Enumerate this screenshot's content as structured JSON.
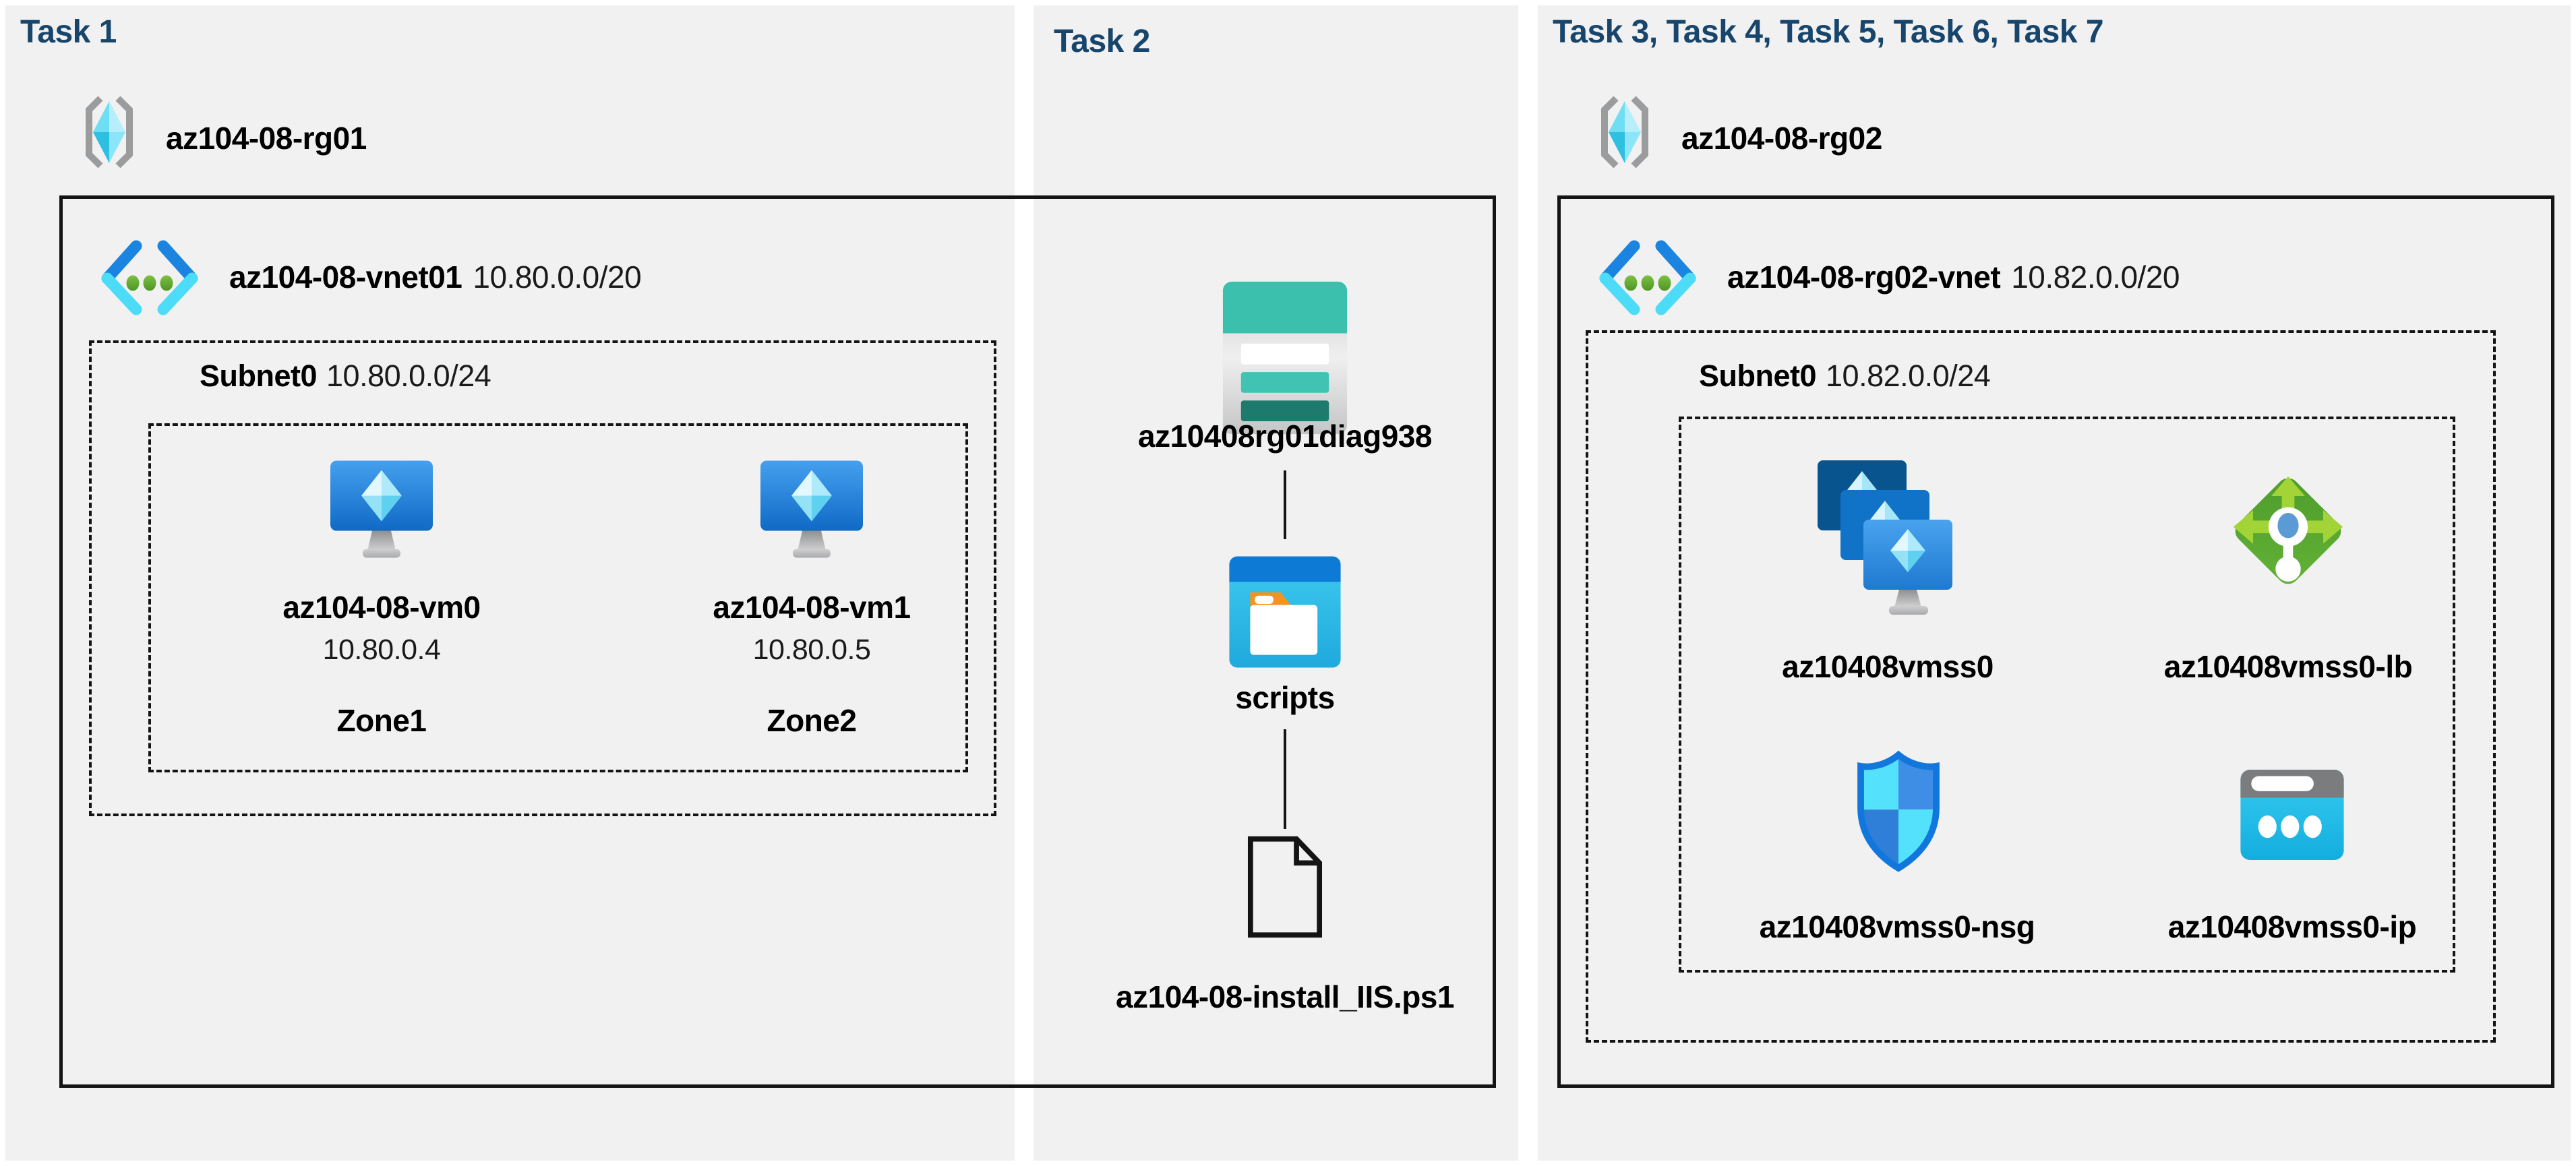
{
  "colors": {
    "header_navy": "#17456B",
    "panel_gray": "#F1F1F1",
    "line_black": "#141414",
    "vnet_blue": "#1B84E0",
    "vnet_cyan": "#4DDCF8",
    "vm_blue": "#1A74CE",
    "storage_teal": "#3CC0AE",
    "lb_green": "#57A32E",
    "nsg_blue": "#1177DD",
    "ip_cyan": "#2CC3EE"
  },
  "task1": {
    "header": "Task 1",
    "resource_group": "az104-08-rg01",
    "vnet": {
      "name": "az104-08-vnet01",
      "cidr": "10.80.0.0/20"
    },
    "subnet": {
      "name": "Subnet0",
      "cidr": "10.80.0.0/24"
    },
    "vms": [
      {
        "name": "az104-08-vm0",
        "ip": "10.80.0.4",
        "zone": "Zone1"
      },
      {
        "name": "az104-08-vm1",
        "ip": "10.80.0.5",
        "zone": "Zone2"
      }
    ]
  },
  "task2": {
    "header": "Task 2",
    "storage_account": "az10408rg01diag938",
    "folder": "scripts",
    "script_file": "az104-08-install_IIS.ps1"
  },
  "task3": {
    "header": "Task 3, Task 4, Task 5, Task 6, Task 7",
    "resource_group": "az104-08-rg02",
    "vnet": {
      "name": "az104-08-rg02-vnet",
      "cidr": "10.82.0.0/20"
    },
    "subnet": {
      "name": "Subnet0",
      "cidr": "10.82.0.0/24"
    },
    "resources": [
      {
        "name": "az10408vmss0",
        "type": "vm-scale-set"
      },
      {
        "name": "az10408vmss0-lb",
        "type": "load-balancer"
      },
      {
        "name": "az10408vmss0-nsg",
        "type": "network-security-group"
      },
      {
        "name": "az10408vmss0-ip",
        "type": "public-ip"
      }
    ]
  }
}
